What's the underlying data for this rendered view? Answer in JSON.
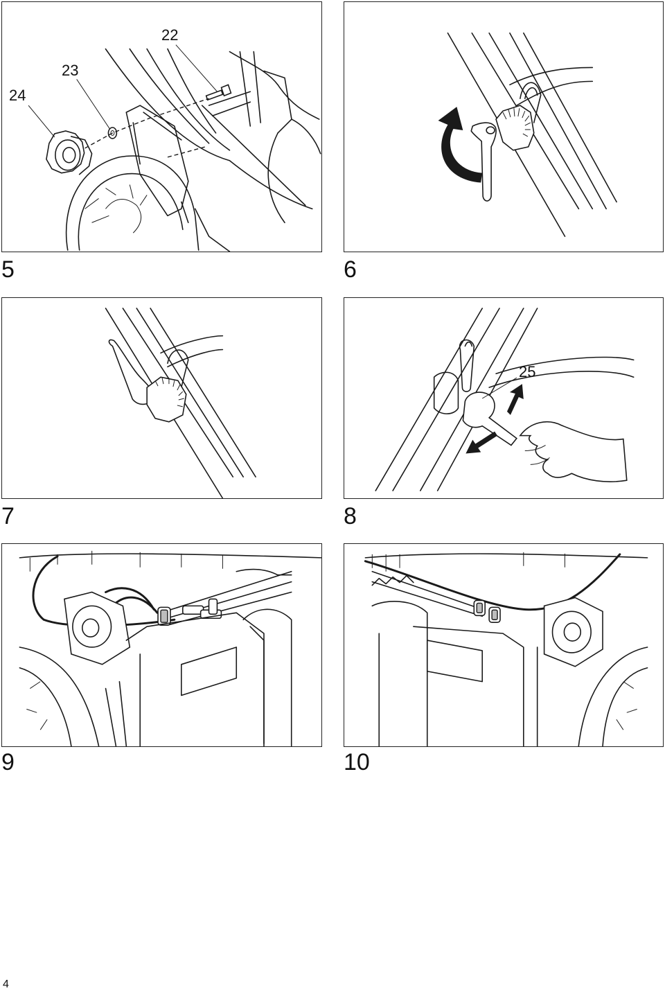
{
  "figures": [
    {
      "number": "5",
      "callouts": [
        "22",
        "23",
        "24"
      ]
    },
    {
      "number": "6",
      "callouts": []
    },
    {
      "number": "7",
      "callouts": []
    },
    {
      "number": "8",
      "callouts": [
        "25"
      ]
    },
    {
      "number": "9",
      "callouts": []
    },
    {
      "number": "10",
      "callouts": []
    }
  ],
  "page_number": "4"
}
